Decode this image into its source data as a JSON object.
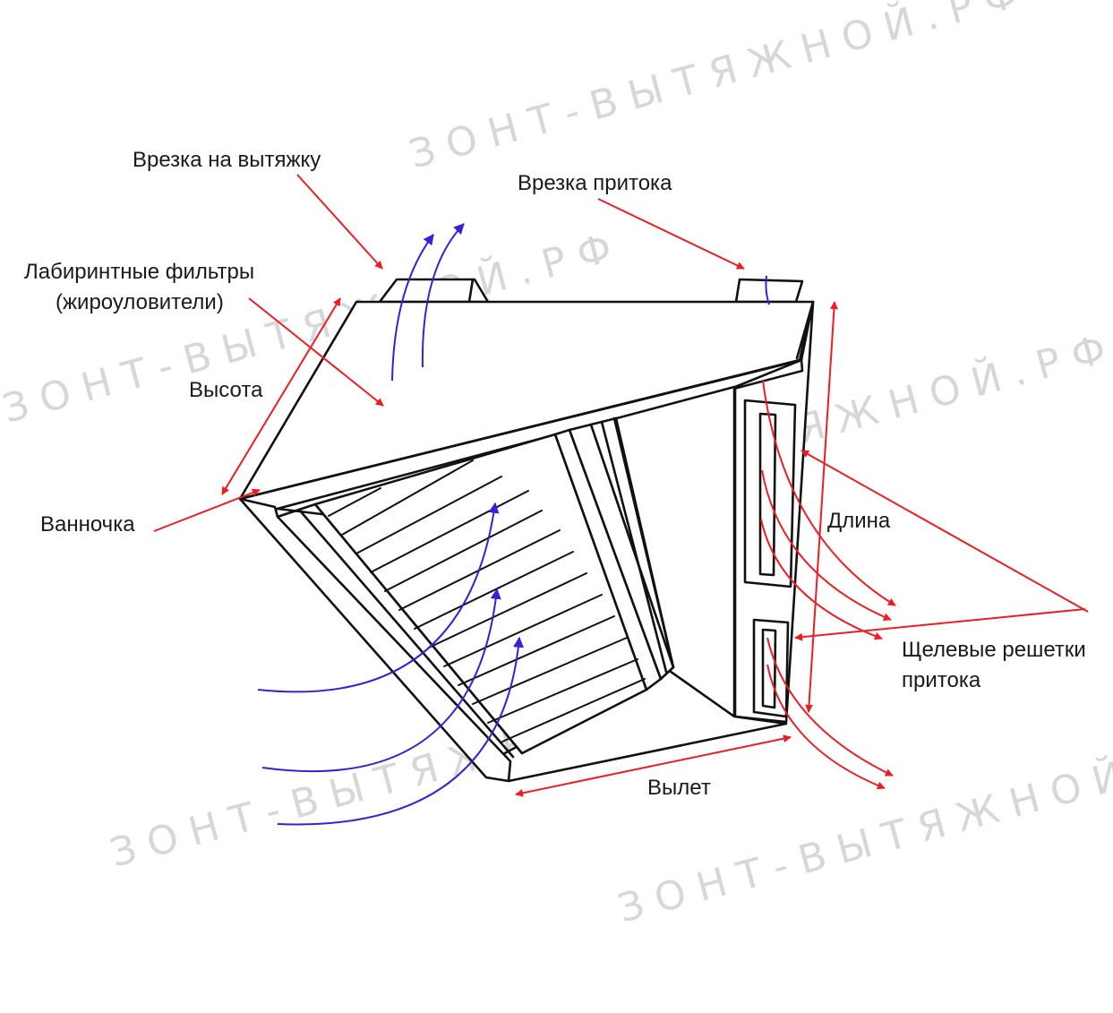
{
  "watermark": {
    "text": "ЗОНТ-ВЫТЯЖНОЙ.РФ",
    "color": "#d7d7d7"
  },
  "colors": {
    "annotation_arrow": "#ee1d23",
    "airflow_arrow": "#3b1fd6",
    "outline": "#111111",
    "label_text": "#1a1a1a"
  },
  "labels": {
    "exhaust_cutout": "Врезка на вытяжку",
    "supply_cutout": "Врезка притока",
    "filters_line1": "Лабиринтные фильтры",
    "filters_line2": "(жироуловители)",
    "height": "Высота",
    "tray": "Ванночка",
    "length": "Длина",
    "slot_grilles_line1": "Щелевые решетки",
    "slot_grilles_line2": "притока",
    "overhang": "Вылет"
  }
}
